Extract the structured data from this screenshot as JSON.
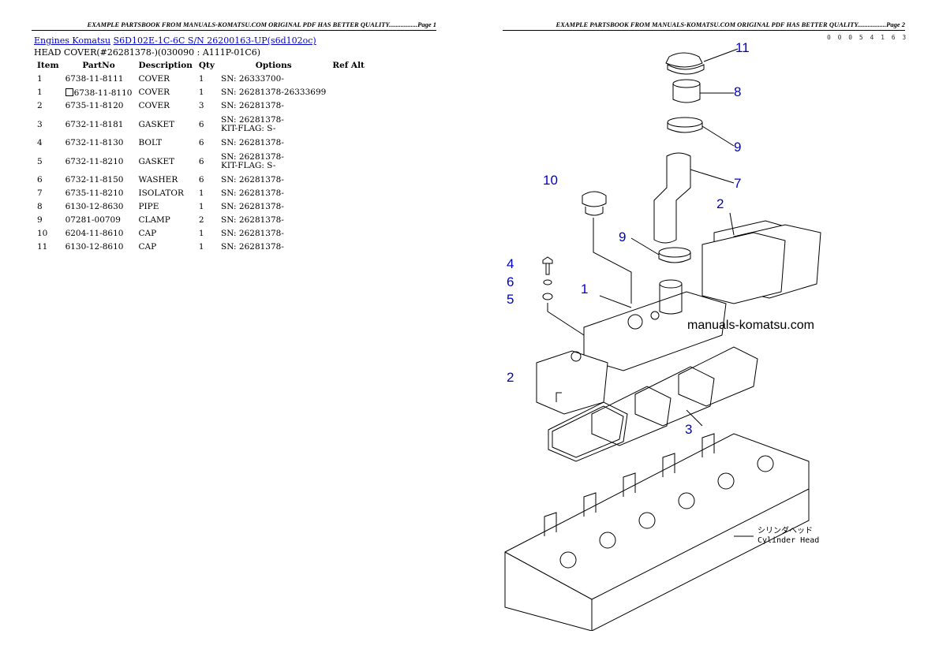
{
  "header": {
    "page1": "EXAMPLE PARTSBOOK FROM MANUALS-KOMATSU.COM ORIGINAL PDF HAS BETTER QUALITY.................Page 1",
    "page2": "EXAMPLE PARTSBOOK FROM MANUALS-KOMATSU.COM ORIGINAL PDF HAS BETTER QUALITY.................Page 2"
  },
  "breadcrumb": {
    "link1": "Engines Komatsu",
    "link2": "S6D102E-1C-6C S/N 26200163-UP(s6d102oc)"
  },
  "subtitle": "HEAD COVER(#26281378-)(030090 : A111P-01C6)",
  "table": {
    "columns": [
      "Item",
      "PartNo",
      "Description",
      "Qty",
      "Options",
      "Ref Alt"
    ],
    "rows": [
      {
        "item": "1",
        "part": "6738-11-8111",
        "desc": "COVER",
        "qty": "1",
        "opt1": "SN: 26333700-",
        "opt2": ""
      },
      {
        "item": "1",
        "part": "6738-11-8110",
        "desc": "COVER",
        "qty": "1",
        "opt1": "SN: 26281378-26333699",
        "opt2": ""
      },
      {
        "item": "2",
        "part": "6735-11-8120",
        "desc": "COVER",
        "qty": "3",
        "opt1": "SN: 26281378-",
        "opt2": ""
      },
      {
        "item": "3",
        "part": "6732-11-8181",
        "desc": "GASKET",
        "qty": "6",
        "opt1": "SN: 26281378-",
        "opt2": "KIT-FLAG: S-"
      },
      {
        "item": "4",
        "part": "6732-11-8130",
        "desc": "BOLT",
        "qty": "6",
        "opt1": "SN: 26281378-",
        "opt2": ""
      },
      {
        "item": "5",
        "part": "6732-11-8210",
        "desc": "GASKET",
        "qty": "6",
        "opt1": "SN: 26281378-",
        "opt2": "KIT-FLAG: S-"
      },
      {
        "item": "6",
        "part": "6732-11-8150",
        "desc": "WASHER",
        "qty": "6",
        "opt1": "SN: 26281378-",
        "opt2": ""
      },
      {
        "item": "7",
        "part": "6735-11-8210",
        "desc": "ISOLATOR",
        "qty": "1",
        "opt1": "SN: 26281378-",
        "opt2": ""
      },
      {
        "item": "8",
        "part": "6130-12-8630",
        "desc": "PIPE",
        "qty": "1",
        "opt1": "SN: 26281378-",
        "opt2": ""
      },
      {
        "item": "9",
        "part": "07281-00709",
        "desc": "CLAMP",
        "qty": "2",
        "opt1": "SN: 26281378-",
        "opt2": ""
      },
      {
        "item": "10",
        "part": "6204-11-8610",
        "desc": "CAP",
        "qty": "1",
        "opt1": "SN: 26281378-",
        "opt2": ""
      },
      {
        "item": "11",
        "part": "6130-12-8610",
        "desc": "CAP",
        "qty": "1",
        "opt1": "SN: 26281378-",
        "opt2": ""
      }
    ]
  },
  "diagram": {
    "ref_code": "0 0 0 5 4 1 6 3",
    "watermark": "manuals-komatsu.com",
    "cylinder_label_jp": "シリンダヘッド",
    "cylinder_label_en": "Cylinder Head",
    "callouts": {
      "c11": "11",
      "c8": "8",
      "c9a": "9",
      "c7": "7",
      "c10": "10",
      "c2a": "2",
      "c9b": "9",
      "c4": "4",
      "c6": "6",
      "c5": "5",
      "c1": "1",
      "c2b": "2",
      "c3": "3"
    }
  }
}
